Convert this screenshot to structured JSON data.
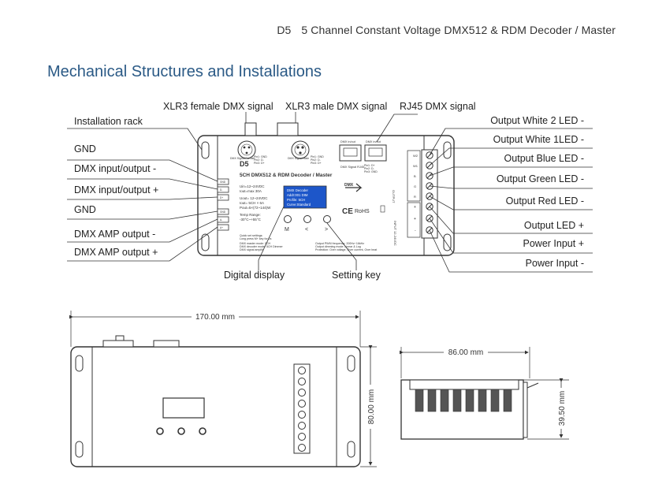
{
  "header": {
    "model": "D5",
    "title": "5 Channel Constant Voltage DMX512 & RDM Decoder / Master"
  },
  "section_title": "Mechanical Structures and Installations",
  "top_labels": {
    "xlr_female": "XLR3 female DMX signal",
    "xlr_male": "XLR3 male DMX signal",
    "rj45": "RJ45 DMX signal"
  },
  "left_labels": [
    "Installation rack",
    "GND",
    "DMX input/output -",
    "DMX input/output +",
    "GND",
    "DMX AMP output -",
    "DMX AMP output +"
  ],
  "right_labels": [
    "Output White 2 LED -",
    "Output White 1LED -",
    "Output Blue LED -",
    "Output Green LED -",
    "Output Red LED -",
    "Output LED +",
    "Power Input +",
    "Power Input -"
  ],
  "bottom_labels": {
    "display": "Digital display",
    "setting_key": "Setting key"
  },
  "device": {
    "model": "D5",
    "name": "5CH DMX512 & RDM Decoder / Master",
    "specs": [
      "Uin=12~24VDC",
      "Iout=max 30A",
      "Uout= 12~24VDC",
      "Iout= 5CH × 6A",
      "Pout=5×(72~144)W"
    ],
    "temp_label": "Temp Range:",
    "temp_value": "-30°C~+55°C",
    "screen_lines": [
      "DMX Decoder",
      "Addr:001   DIM",
      "Profile: 5CH",
      "Curve:Standard"
    ],
    "keys": [
      "M",
      "<",
      ">"
    ],
    "xlr_female_caption": "DMX Signal Female",
    "xlr_male_caption": "DMX Signal Male",
    "xlr_female_pins": [
      "Pin1: GND",
      "Pin2: D-",
      "Pin3: D+"
    ],
    "xlr_male_pins": [
      "Pin1: GND",
      "Pin2: D-",
      "Pin3: D+"
    ],
    "rj45_caption": "DMX in/out",
    "rj45_pins": [
      "Pin1: D+",
      "Pin2: D-",
      "Pin3: GND"
    ],
    "rj45_signal_label": "DMX Signal RJ45",
    "terminals_left": [
      "GND",
      "D-",
      "D+",
      "GND",
      "A-",
      "A+"
    ],
    "terminals_right": [
      "W2",
      "W1",
      "B",
      "G",
      "R",
      "+",
      "+",
      "-"
    ],
    "output_label": "OUTPUT",
    "input_label": "INPUT 12-24VDC",
    "rohs": "RoHS",
    "dmx_logo": "DMX",
    "bottom_left_notes": [
      "Quick set settings:",
      "Long press M+ key for 2s",
      "DMX master mode: 5CH",
      "DMX decoder mode: 5CH Dimmer",
      "DMX signal amplify"
    ],
    "bottom_right_notes": [
      "Output PWM frequency: 200Hz~16kHz",
      "Output dimming mode: Linear & Log",
      "Protection: Over voltage, Over current, Over heat"
    ]
  },
  "dimensions": {
    "length": "170.00 mm",
    "height": "80.00 mm",
    "width": "86.00 mm",
    "depth": "39.50 mm"
  }
}
